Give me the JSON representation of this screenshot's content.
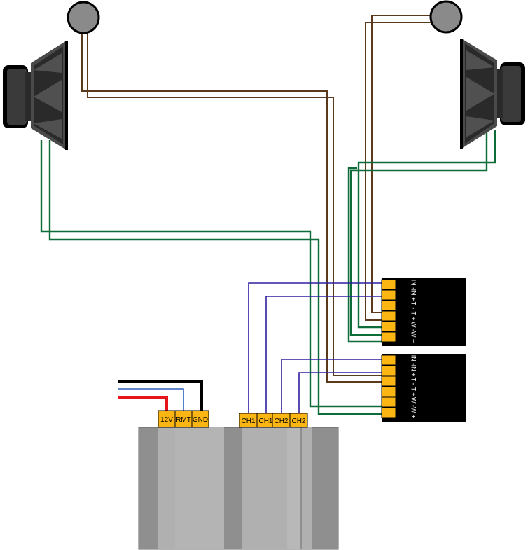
{
  "amplifier": {
    "power_terminals": [
      "12V",
      "RMT",
      "GND"
    ],
    "channel_terminals": [
      "CH1",
      "CH1",
      "CH2",
      "CH2"
    ]
  },
  "crossover_top": {
    "pins": [
      "IN -",
      "IN +",
      "T -",
      "T +",
      "W -",
      "W +"
    ]
  },
  "crossover_bottom": {
    "pins": [
      "IN -",
      "IN +",
      "T -",
      "T +",
      "W -",
      "W +"
    ]
  },
  "colors": {
    "power_12v": "#e8141c",
    "power_rmt": "#2a5fbd",
    "power_gnd": "#000000",
    "signal": "#2e1f9e",
    "tweeter_wire": "#5b3a1c",
    "woofer_wire": "#0e6b3a",
    "terminal": "#fbb614",
    "amp_body": "#8f8f8f"
  }
}
